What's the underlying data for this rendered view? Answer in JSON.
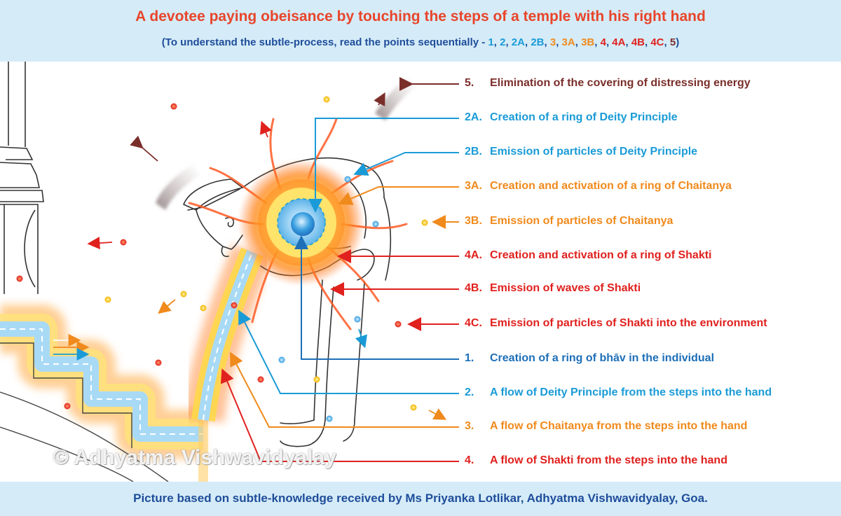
{
  "title": "A devotee paying obeisance by touching the steps of a temple with his right hand",
  "subtitle": {
    "prefix": "(To understand the subtle-process, read the points sequentially - ",
    "sequence": [
      {
        "text": "1",
        "color": "#1a9bd7"
      },
      {
        "text": "2",
        "color": "#1a9bd7"
      },
      {
        "text": "2A",
        "color": "#1a9bd7"
      },
      {
        "text": "2B",
        "color": "#1a9bd7"
      },
      {
        "text": "3",
        "color": "#f08a1c"
      },
      {
        "text": "3A",
        "color": "#f08a1c"
      },
      {
        "text": "3B",
        "color": "#f08a1c"
      },
      {
        "text": "4",
        "color": "#e0211e"
      },
      {
        "text": "4A",
        "color": "#e0211e"
      },
      {
        "text": "4B",
        "color": "#e0211e"
      },
      {
        "text": "4C",
        "color": "#e0211e"
      },
      {
        "text": "5",
        "color": "#7a2e2a"
      }
    ],
    "suffix": ")"
  },
  "labels": [
    {
      "num": "5.",
      "text": "Elimination of the covering of distressing energy",
      "color": "#7a2e2a"
    },
    {
      "num": "2A.",
      "text": "Creation of a ring of Deity Principle",
      "color": "#1a9bd7"
    },
    {
      "num": "2B.",
      "text": "Emission of particles of Deity Principle",
      "color": "#1a9bd7"
    },
    {
      "num": "3A.",
      "text": "Creation and activation of a ring of Chaitanya",
      "color": "#f08a1c"
    },
    {
      "num": "3B.",
      "text": "Emission of particles of Chaitanya",
      "color": "#f08a1c"
    },
    {
      "num": "4A.",
      "text": "Creation and activation of a ring of Shakti",
      "color": "#e0211e"
    },
    {
      "num": "4B.",
      "text": "Emission of waves of Shakti",
      "color": "#e0211e"
    },
    {
      "num": "4C.",
      "text": "Emission of particles of Shakti into the environment",
      "color": "#e0211e"
    },
    {
      "num": "1.",
      "text": "Creation of a ring of bhāv in the individual",
      "color": "#1d6fb8"
    },
    {
      "num": "2.",
      "text": "A flow of Deity Principle from the steps into the hand",
      "color": "#1a9bd7"
    },
    {
      "num": "3.",
      "text": "A flow of Chaitanya from the steps into the hand",
      "color": "#f08a1c"
    },
    {
      "num": "4.",
      "text": "A flow of Shakti from the steps into the hand",
      "color": "#e0211e"
    }
  ],
  "watermark": "© Adhyatma Vishwavidyalay",
  "footer": "Picture based on subtle-knowledge received by Ms Priyanka Lotlikar, Adhyatma Vishwavidyalay, Goa."
}
